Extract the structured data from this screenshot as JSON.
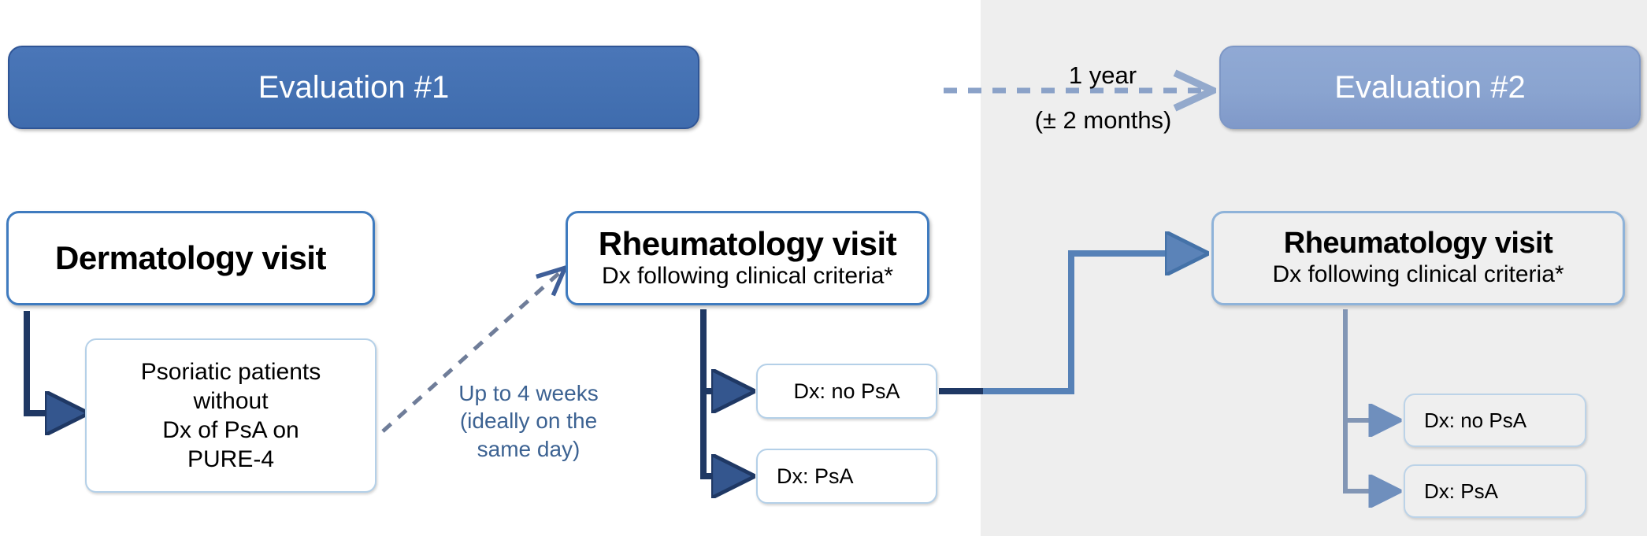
{
  "diagram": {
    "title": "PURE-4 dermatology / rheumatology evaluation flow",
    "colors": {
      "eval1_fill": "#4471b2",
      "eval2_fill": "#8aa4d0",
      "panel_gray": "#eeeeee",
      "dark_arrow": "#1f3864",
      "mid_arrow": "#4472a8",
      "light_arrow": "#7e96b8",
      "blue_text": "#3c6292",
      "box_border_strong": "#3f7bbf",
      "box_border_light": "#b4d0e8"
    }
  },
  "evaluations": {
    "first": {
      "label": "Evaluation #1"
    },
    "second": {
      "label": "Evaluation #2"
    }
  },
  "timeline": {
    "duration_label": "1 year",
    "tolerance_label": "(± 2 months)"
  },
  "left_flow": {
    "dermatology": {
      "label": "Dermatology visit"
    },
    "patients": {
      "line1": "Psoriatic patients",
      "line2": "without",
      "line3": "Dx of PsA on",
      "line4": "PURE-4"
    },
    "delay_note": {
      "line1": "Up to 4 weeks",
      "line2": "(ideally on the",
      "line3": "same day)"
    },
    "rheumatology": {
      "title": "Rheumatology visit",
      "subtitle": "Dx following clinical criteria*"
    },
    "outcomes": [
      {
        "label": "Dx: no PsA"
      },
      {
        "label": "Dx: PsA"
      }
    ]
  },
  "right_flow": {
    "rheumatology": {
      "title": "Rheumatology visit",
      "subtitle": "Dx following clinical criteria*"
    },
    "outcomes": [
      {
        "label": "Dx: no PsA"
      },
      {
        "label": "Dx: PsA"
      }
    ]
  },
  "icons": {
    "arrow_solid": "arrow-right-icon",
    "arrow_dashed": "dashed-arrow-icon",
    "elbow": "elbow-connector-icon"
  }
}
